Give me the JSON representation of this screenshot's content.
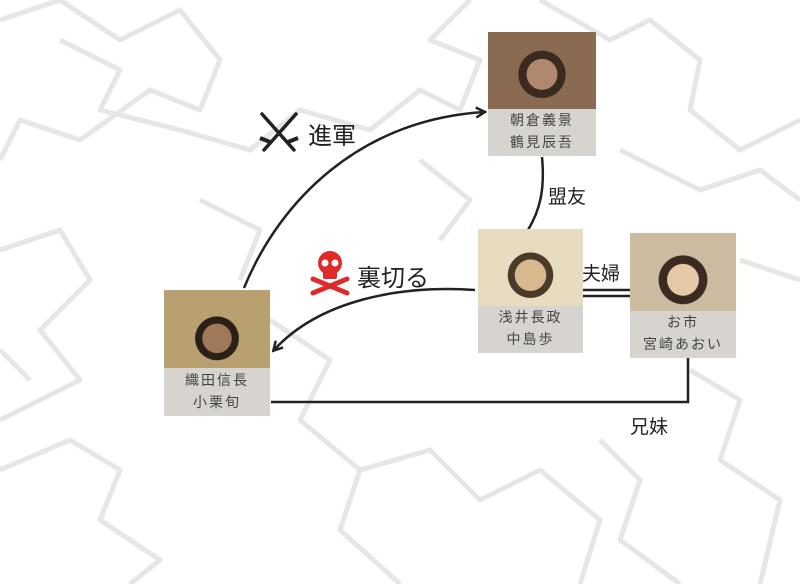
{
  "people": [
    {
      "id": "asakura",
      "role": "朝倉義景",
      "actor": "鶴見辰吾"
    },
    {
      "id": "azai",
      "role": "浅井長政",
      "actor": "中島歩"
    },
    {
      "id": "oichi",
      "role": "お市",
      "actor": "宮崎あおい"
    },
    {
      "id": "oda",
      "role": "織田信長",
      "actor": "小栗旬"
    }
  ],
  "relations": {
    "advance": {
      "label": "進軍",
      "icon": "crossed-swords-icon"
    },
    "betrayal": {
      "label": "裏切る",
      "icon": "skull-crossbones-icon",
      "color": "#e02a2a"
    },
    "alliance": {
      "label": "盟友"
    },
    "married": {
      "label": "夫婦"
    },
    "siblings": {
      "label": "兄妹"
    }
  }
}
